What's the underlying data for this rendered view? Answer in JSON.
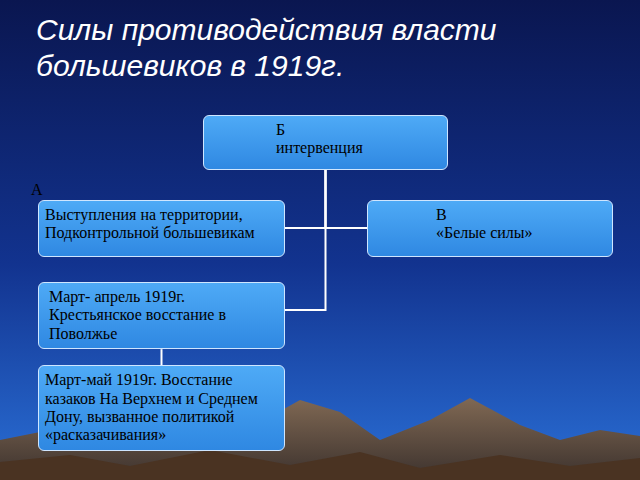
{
  "diagram": {
    "title": "Силы противодействия власти большевиков в 1919г.",
    "nodes": [
      {
        "text": [
          "Б",
          "интервенция"
        ]
      },
      {
        "text": [
          "А",
          "Выступления на территории, Подконтрольной большевикам"
        ]
      },
      {
        "text": [
          "В",
          "«Белые силы»"
        ]
      },
      {
        "text": [
          "Март- апрель 1919г. Крестьянское восстание в Поволжье"
        ]
      },
      {
        "text": [
          "Март-май 1919г. Восстание казаков На Верхнем и Среднем Дону, вызванное политикой «расказачивания»"
        ]
      }
    ],
    "edges": [
      {
        "from": 0,
        "to": 1,
        "arrow": "none"
      },
      {
        "from": 0,
        "to": 2,
        "arrow": "none"
      },
      {
        "from": 0,
        "to": 3,
        "arrow": "none"
      },
      {
        "from": 3,
        "to": 4,
        "arrow": "none"
      }
    ]
  }
}
